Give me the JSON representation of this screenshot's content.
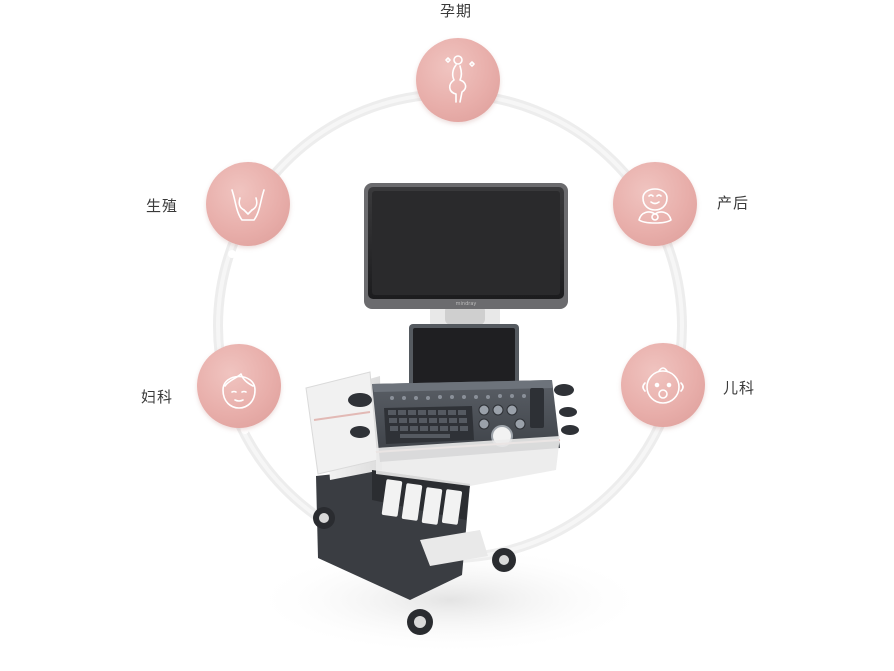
{
  "categories": [
    {
      "id": "pregnancy",
      "label": "孕期",
      "icon": "pregnant-woman-icon"
    },
    {
      "id": "postpartum",
      "label": "产后",
      "icon": "mother-baby-icon"
    },
    {
      "id": "pediatrics",
      "label": "儿科",
      "icon": "baby-face-icon"
    },
    {
      "id": "gynecology",
      "label": "妇科",
      "icon": "woman-face-icon"
    },
    {
      "id": "reproduction",
      "label": "生殖",
      "icon": "uterus-icon"
    }
  ],
  "device": {
    "brand_text": "mindray",
    "icon": "ultrasound-cart"
  },
  "colors": {
    "node_fill": "#e8aeaa",
    "ring": "#ececec",
    "icon_stroke": "#ffffff"
  }
}
